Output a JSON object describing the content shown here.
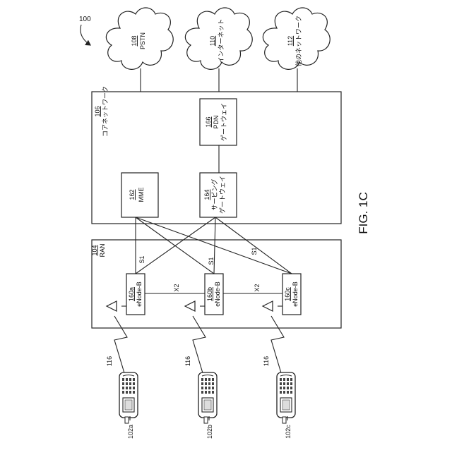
{
  "figure": {
    "ref": "100",
    "caption": "FIG. 1C"
  },
  "clouds": {
    "pstn": {
      "ref": "108",
      "label": "PSTN"
    },
    "internet": {
      "ref": "110",
      "label": "インターネット"
    },
    "other": {
      "ref": "112",
      "label": "他のネットワーク"
    }
  },
  "core": {
    "ref": "106",
    "label": "コアネットワーク",
    "pdn": {
      "ref": "166",
      "lines": [
        "PDN",
        "ゲートウェイ"
      ]
    },
    "mme": {
      "ref": "162",
      "label": "MME"
    },
    "sgw": {
      "ref": "164",
      "lines": [
        "サービング",
        "ゲートウェイ"
      ]
    }
  },
  "ran": {
    "ref": "104",
    "label": "RAN",
    "enodebs": [
      {
        "ref": "160a",
        "label": "eNode-B"
      },
      {
        "ref": "160b",
        "label": "eNode-B"
      },
      {
        "ref": "160c",
        "label": "eNode-B"
      }
    ],
    "x2": [
      "X2",
      "X2"
    ],
    "s1": [
      "S1",
      "S1",
      "S1"
    ]
  },
  "air_interface": [
    "116",
    "116",
    "116"
  ],
  "wtrus": [
    "102a",
    "102b",
    "102c"
  ]
}
